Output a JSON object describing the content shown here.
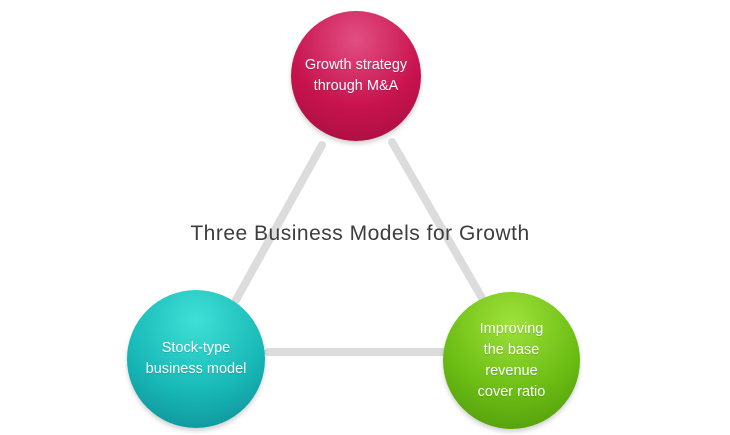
{
  "title": "Three Business Models for Growth",
  "nodes": {
    "ma": {
      "label": "Growth strategy\nthrough M&A",
      "color": "#c8134f"
    },
    "stock": {
      "label": "Stock-type\nbusiness model",
      "color": "#18b9b7"
    },
    "revenue": {
      "label": "Improving\nthe base\nrevenue\ncover ratio",
      "color": "#6cbd14"
    }
  },
  "connector_color": "#dcdcdc"
}
